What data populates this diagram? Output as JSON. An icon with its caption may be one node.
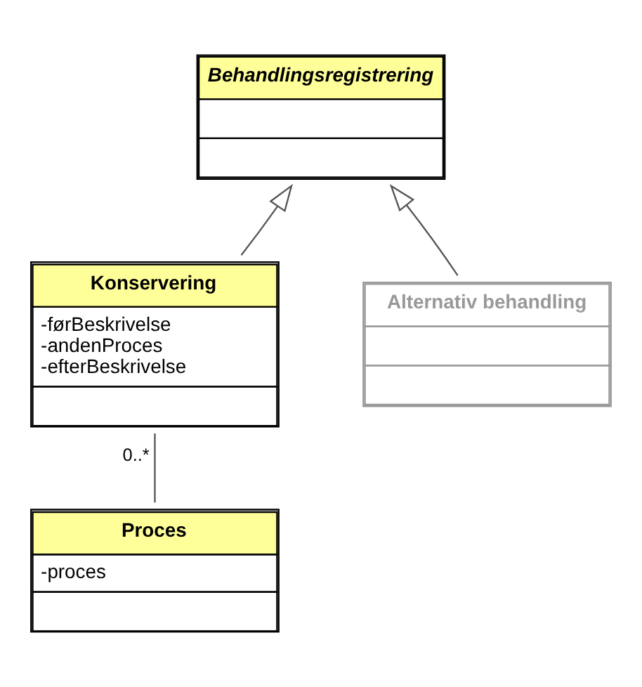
{
  "diagram": {
    "nodes": [
      {
        "text": [
          "Behandlingsregistrering"
        ]
      },
      {
        "text": [
          "Konservering",
          "-førBeskrivelse",
          "-andenProces",
          "-efterBeskrivelse"
        ]
      },
      {
        "text": [
          "Alternativ behandling"
        ]
      },
      {
        "text": [
          "Proces",
          "-proces"
        ]
      }
    ],
    "edges": [
      {
        "from": 1,
        "to": 0,
        "arrow": "to"
      },
      {
        "from": 2,
        "to": 0,
        "arrow": "to"
      },
      {
        "from": 1,
        "to": 3,
        "arrow": "none",
        "label": "0..*"
      }
    ]
  }
}
